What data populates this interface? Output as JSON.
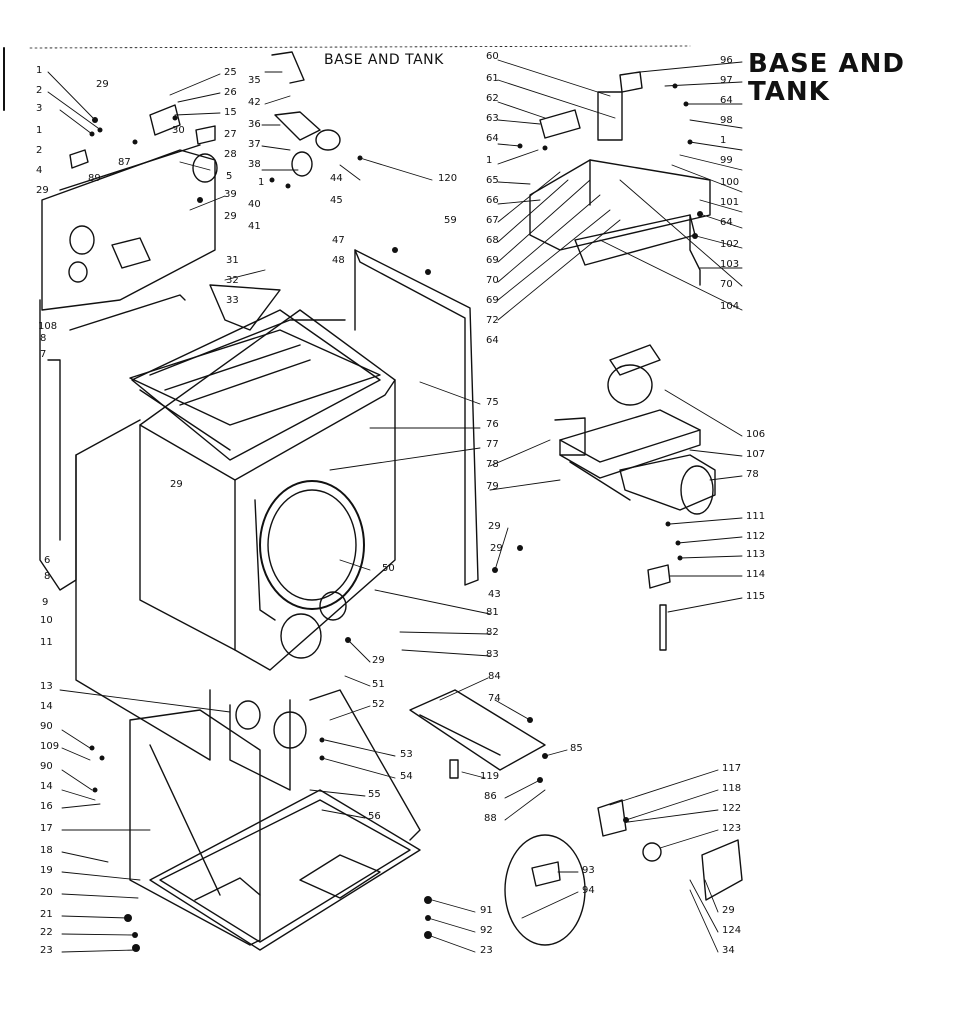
{
  "header": {
    "title_line1": "BASE AND",
    "title_line2": "TANK",
    "diagram_caption": "BASE AND TANK"
  },
  "part_labels": [
    "1",
    "2",
    "3",
    "1",
    "2",
    "4",
    "29",
    "89",
    "108",
    "8",
    "7",
    "29",
    "87",
    "30",
    "25",
    "26",
    "15",
    "27",
    "28",
    "5",
    "39",
    "29",
    "35",
    "42",
    "36",
    "37",
    "38",
    "1",
    "40",
    "41",
    "44",
    "45",
    "120",
    "31",
    "32",
    "33",
    "47",
    "48",
    "59",
    "60",
    "61",
    "62",
    "63",
    "64",
    "1",
    "65",
    "66",
    "67",
    "68",
    "69",
    "70",
    "69",
    "72",
    "64",
    "96",
    "97",
    "64",
    "98",
    "1",
    "99",
    "100",
    "101",
    "64",
    "102",
    "103",
    "70",
    "104",
    "75",
    "76",
    "77",
    "78",
    "79",
    "29",
    "29",
    "50",
    "81",
    "82",
    "29",
    "83",
    "51",
    "52",
    "53",
    "54",
    "55",
    "56",
    "106",
    "107",
    "78",
    "111",
    "112",
    "113",
    "114",
    "115",
    "6",
    "8",
    "9",
    "10",
    "11",
    "13",
    "14",
    "90",
    "109",
    "90",
    "14",
    "16",
    "17",
    "18",
    "19",
    "20",
    "21",
    "22",
    "23",
    "84",
    "74",
    "85",
    "119",
    "86",
    "88",
    "117",
    "118",
    "122",
    "123",
    "29",
    "124",
    "34",
    "93",
    "94",
    "91",
    "92",
    "23",
    "43",
    "29"
  ]
}
